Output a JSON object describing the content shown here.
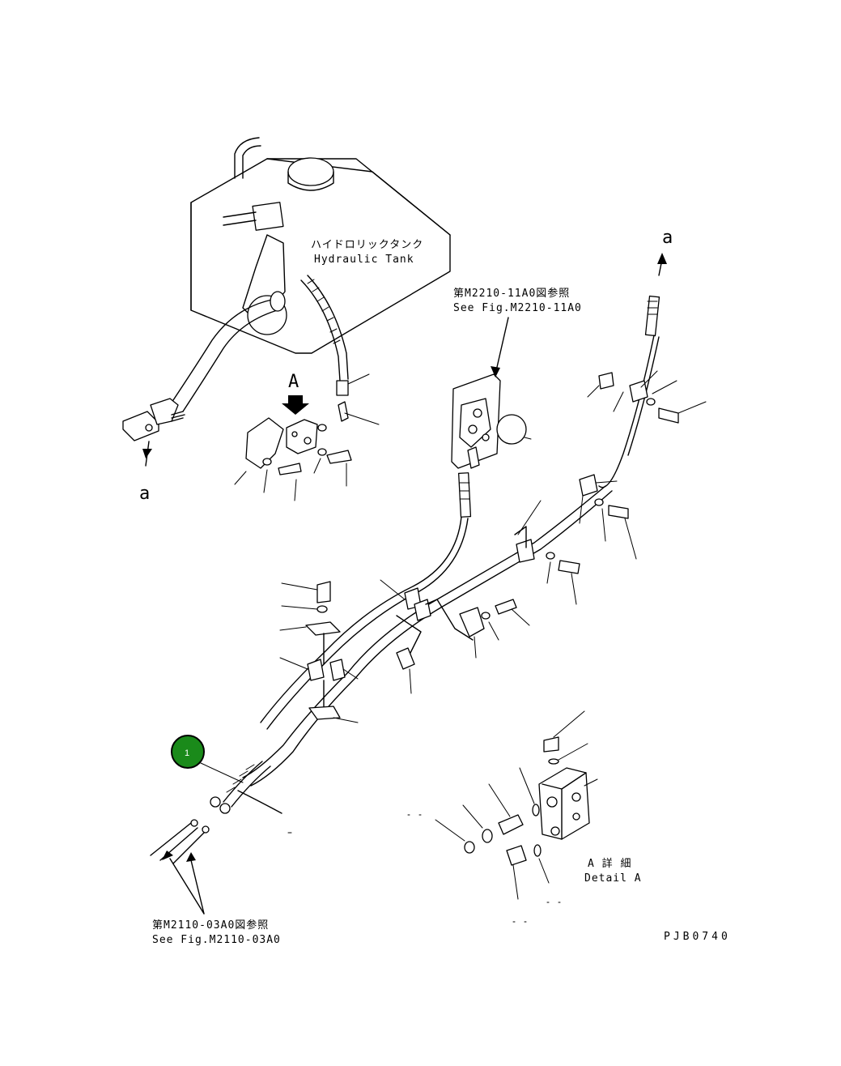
{
  "labels": {
    "tank_jp": "ハイドロリックタンク",
    "tank_en": "Hydraulic Tank",
    "ref_top_jp": "第M2210-11A0図参照",
    "ref_top_en": "See Fig.M2210-11A0",
    "ref_bottom_jp": "第M2110-03A0図参照",
    "ref_bottom_en": "See Fig.M2110-03A0",
    "detail_jp": "A 詳 細",
    "detail_en": "Detail A",
    "view_marker": "A",
    "conn_a_left": "a",
    "conn_a_right": "a",
    "drawing_code": "PJB0740"
  },
  "callouts": [
    {
      "number": "1",
      "color": "#1a8a1a"
    }
  ]
}
